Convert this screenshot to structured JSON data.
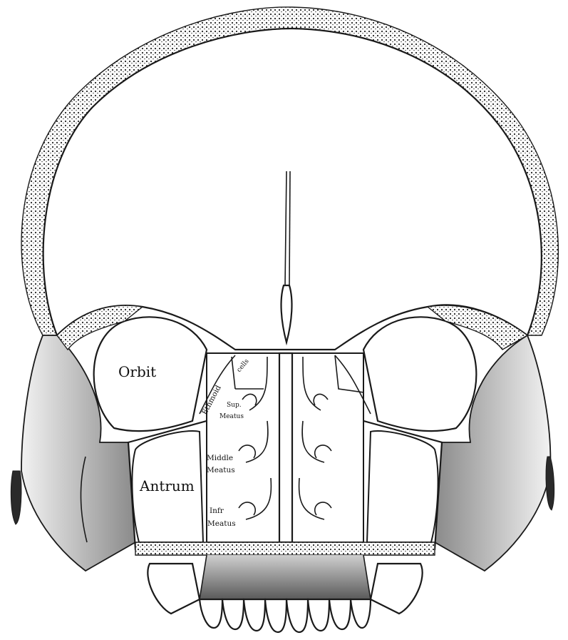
{
  "figure": {
    "labels": {
      "orbit": "Orbit",
      "antrum": "Antrum",
      "ethmoid": "Ethmoid",
      "cells": "cells",
      "sup_meatus_line1": "Sup.",
      "sup_meatus_line2": "Meatus",
      "middle_meatus_line1": "Middle",
      "middle_meatus_line2": "Meatus",
      "inf_meatus_line1": "Infr",
      "inf_meatus_line2": "Meatus"
    }
  }
}
